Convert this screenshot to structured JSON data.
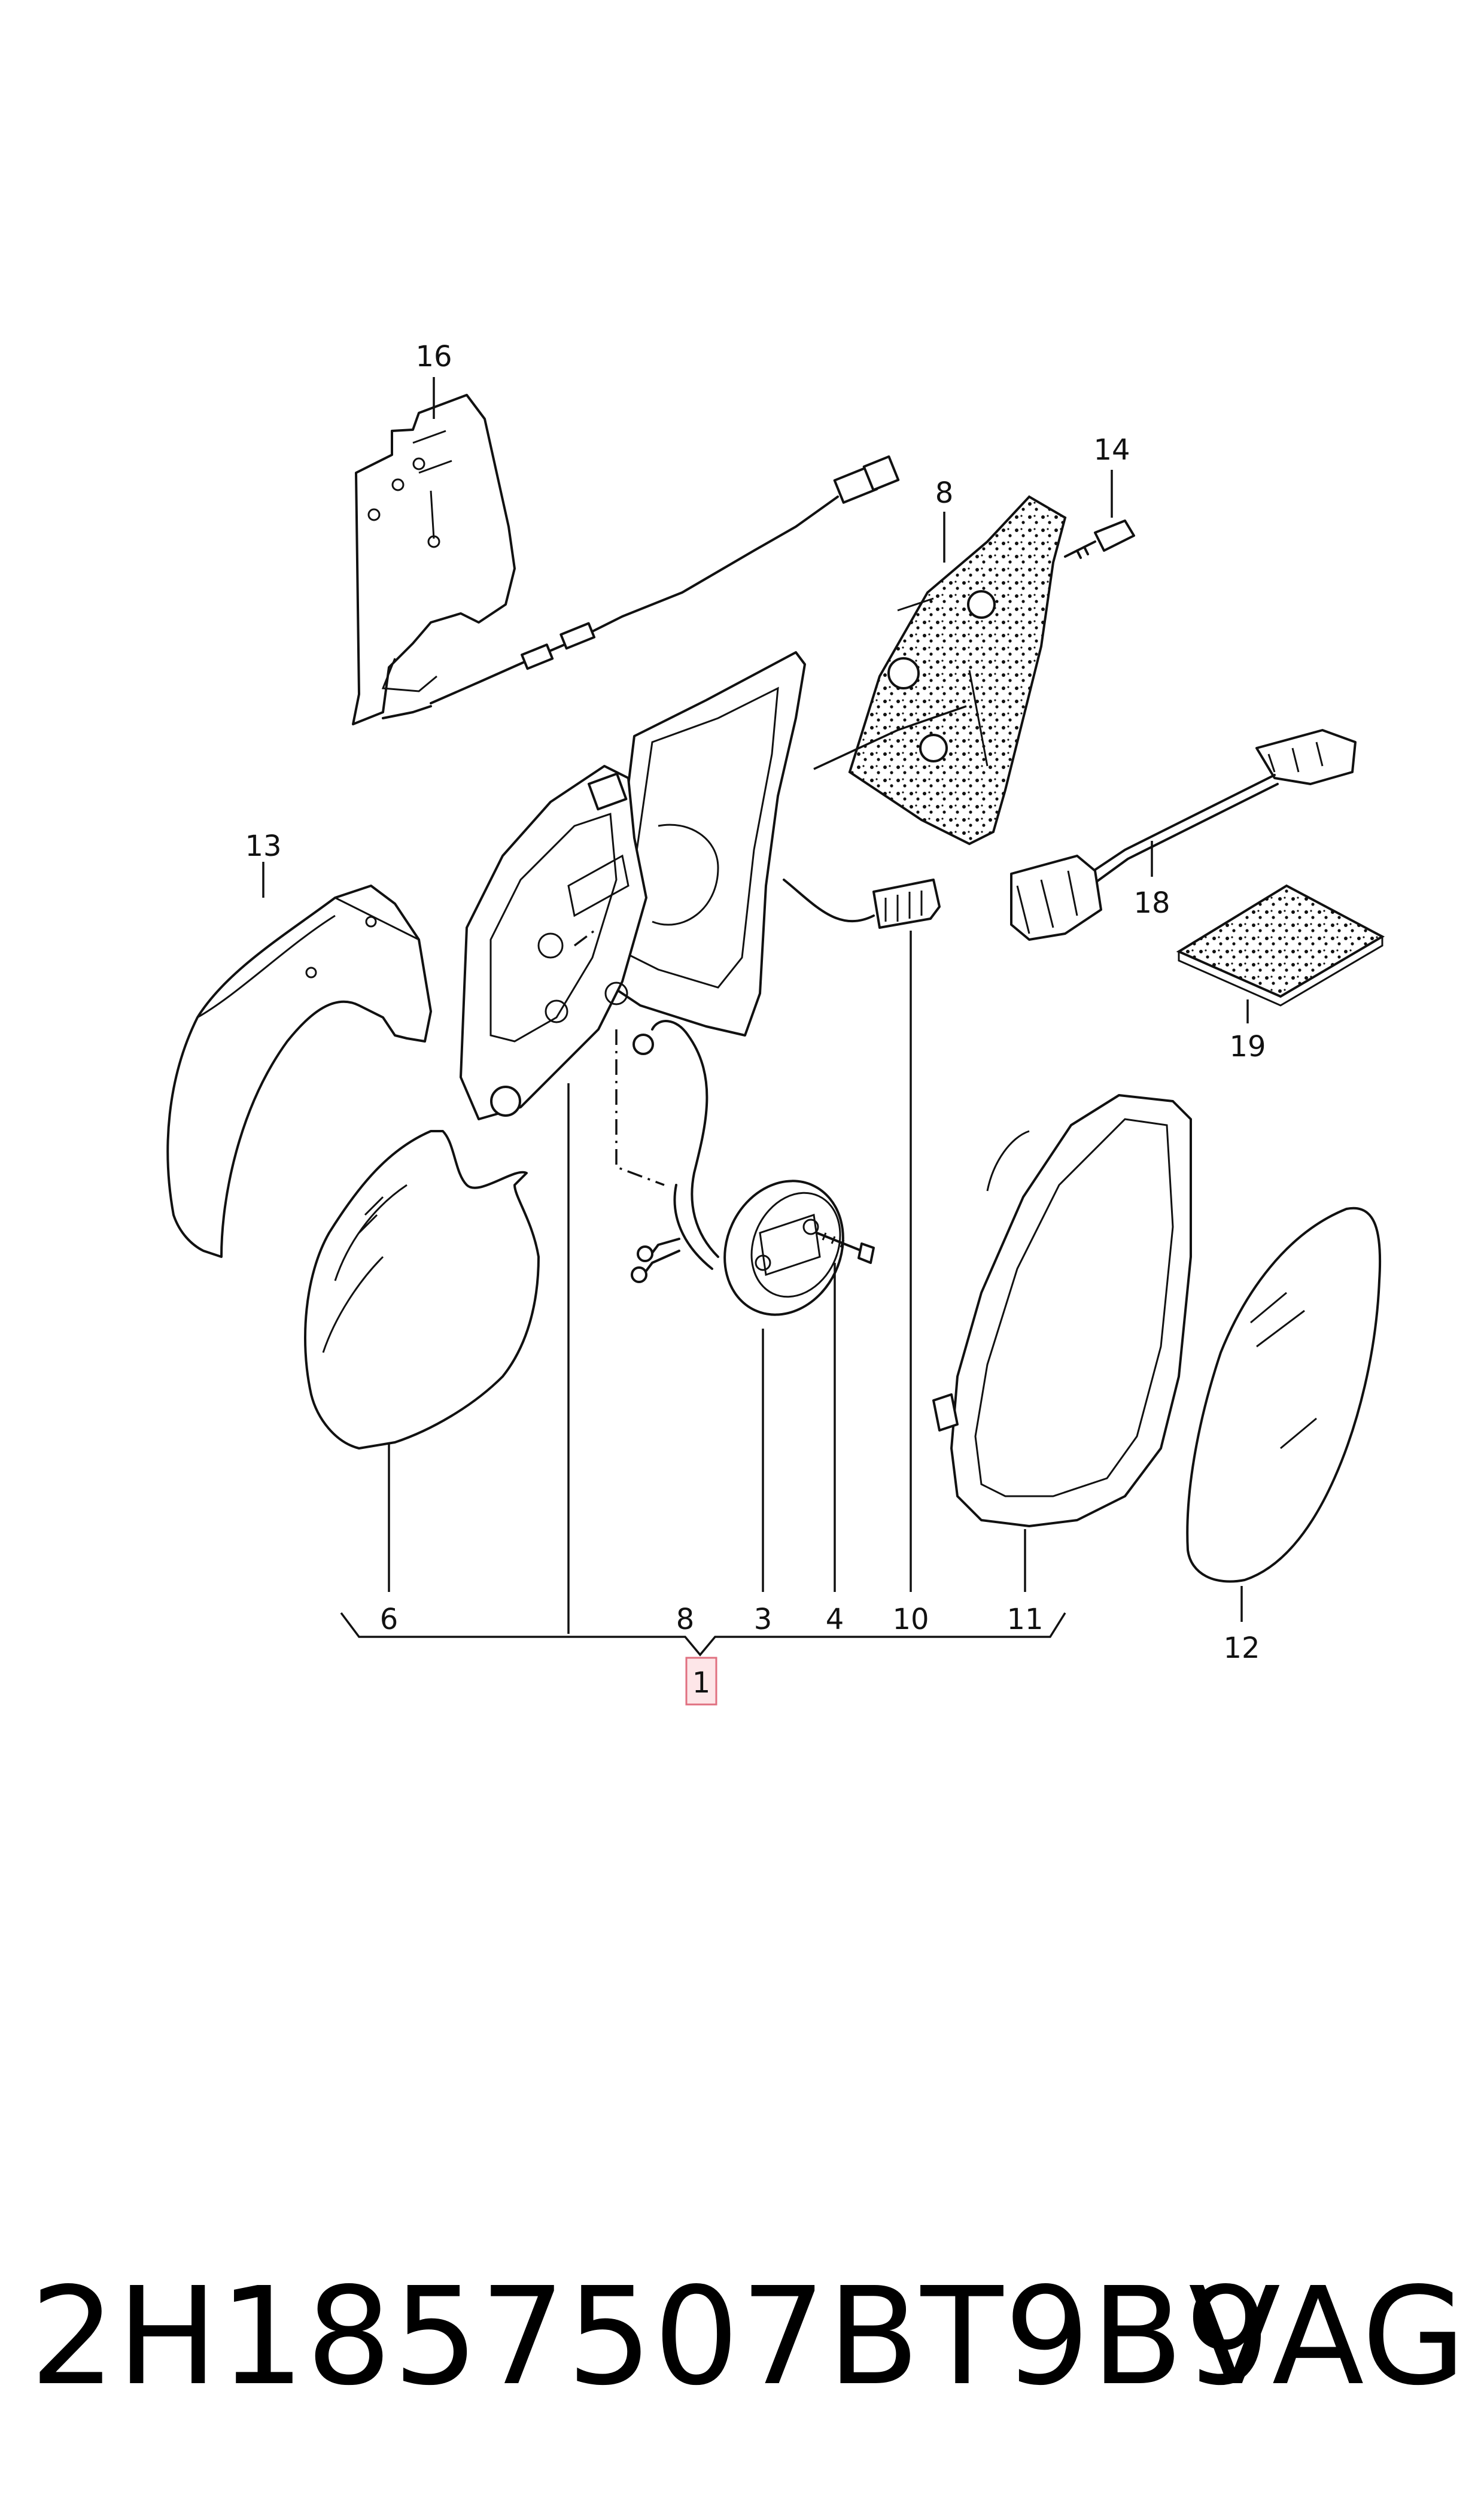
{
  "part_number": "2H1857507BT9B9",
  "brand": "VAG",
  "callouts": {
    "c16": "16",
    "c14": "14",
    "c8_top": "8",
    "c13": "13",
    "c18": "18",
    "c19": "19",
    "c6": "6",
    "c8_bottom": "8",
    "c3": "3",
    "c4": "4",
    "c10": "10",
    "c11": "11",
    "c12": "12",
    "c1": "1"
  }
}
